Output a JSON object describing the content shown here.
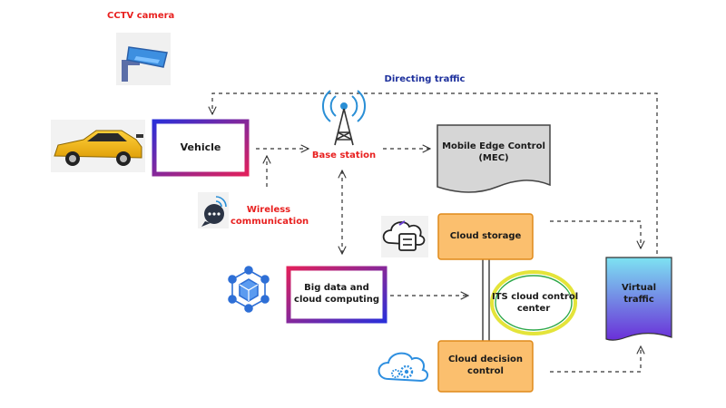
{
  "labels": {
    "cctv_camera": "CCTV camera",
    "directing_traffic": "Directing traffic",
    "vehicle": "Vehicle",
    "base_station": "Base station",
    "mec_line1": "Mobile Edge Control",
    "mec_line2": "(MEC)",
    "wireless_line1": "Wireless",
    "wireless_line2": "communication",
    "cloud_storage": "Cloud storage",
    "big_data_line1": "Big data and",
    "big_data_line2": "cloud computing",
    "its_line1": "ITS cloud control",
    "its_line2": "center",
    "virtual_line1": "Virtual",
    "virtual_line2": "traffic",
    "cloud_decision_line1": "Cloud decision",
    "cloud_decision_line2": "control"
  },
  "colors": {
    "label_red": "#e8201f",
    "label_blue": "#1c2f9c",
    "cloud_box_fill": "#fbbf6e",
    "cloud_box_stroke": "#e08a1a",
    "its_ring": "#e4e43a",
    "its_ring_inner": "#2da84a",
    "virtual_top": "#7de3f2",
    "virtual_bottom": "#6a2fd8",
    "icon_blue": "#2e6fd6"
  },
  "icons": [
    "cctv-camera-icon",
    "car-icon",
    "antenna-tower-icon",
    "chat-bubble-icon",
    "cloud-server-icon",
    "cube-network-icon",
    "cloud-gear-icon"
  ]
}
